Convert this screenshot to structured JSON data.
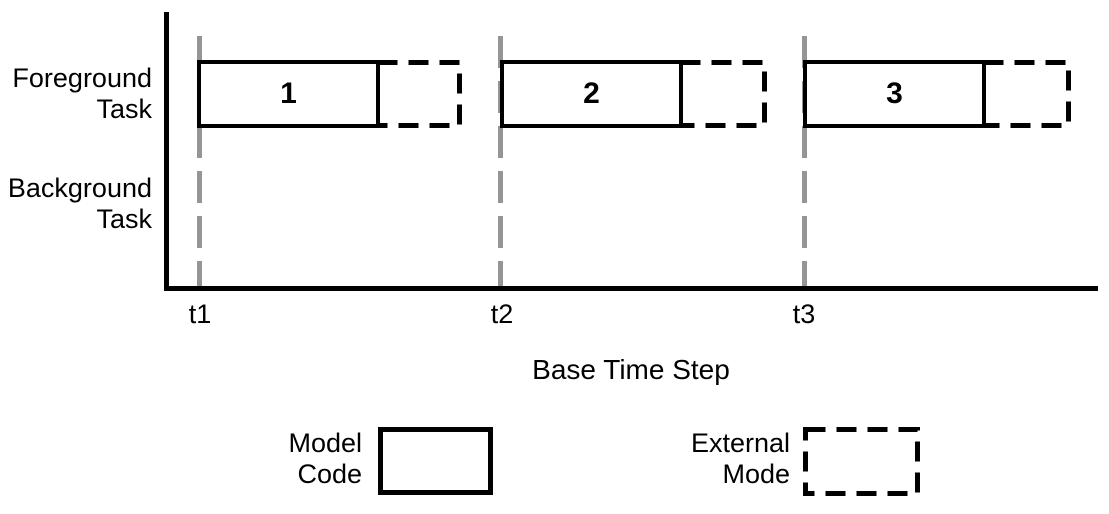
{
  "figure": {
    "row_labels": [
      {
        "line1": "Foreground",
        "line2": "Task"
      },
      {
        "line1": "Background",
        "line2": "Task"
      }
    ],
    "time_steps": [
      {
        "tick_label": "t1",
        "task_number": "1"
      },
      {
        "tick_label": "t2",
        "task_number": "2"
      },
      {
        "tick_label": "t3",
        "task_number": "3"
      }
    ],
    "x_axis_title": "Base Time Step",
    "legend": {
      "model_code": {
        "line1": "Model",
        "line2": "Code"
      },
      "external_mode": {
        "line1": "External",
        "line2": "Mode"
      }
    },
    "colors": {
      "ink": "#000000",
      "time_marker_gray": "#959595"
    }
  }
}
